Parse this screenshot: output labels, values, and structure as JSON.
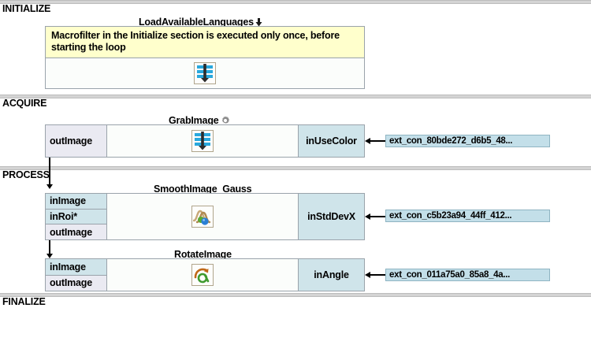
{
  "sections": [
    {
      "id": "initialize",
      "label": "INITIALIZE"
    },
    {
      "id": "acquire",
      "label": "ACQUIRE"
    },
    {
      "id": "process",
      "label": "PROCESS"
    },
    {
      "id": "finalize",
      "label": "FINALIZE"
    }
  ],
  "blocks": {
    "load_available_languages": {
      "title": "LoadAvailableLanguages",
      "title_icon": "arrow-down-icon",
      "comment": "Macrofilter in the Initialize section is executed only once, before starting the loop",
      "body_icon": "macrofilter-icon"
    },
    "grab_image": {
      "title": "GrabImage",
      "title_icon": "gear-icon",
      "body_icon": "macrofilter-icon",
      "out_ports": [
        {
          "label": "outImage"
        }
      ],
      "in_port_right": {
        "label": "inUseColor"
      },
      "connection": {
        "label": "ext_con_80bde272_d6b5_48..."
      }
    },
    "smooth_image_gauss": {
      "title": "SmoothImage_Gauss",
      "body_icon": "gaussian-smooth-icon",
      "left_ports": [
        {
          "label": "inImage",
          "kind": "in"
        },
        {
          "label": "inRoi*",
          "kind": "in"
        },
        {
          "label": "outImage",
          "kind": "out"
        }
      ],
      "in_port_right": {
        "label": "inStdDevX"
      },
      "connection": {
        "label": "ext_con_c5b23a94_44ff_412..."
      }
    },
    "rotate_image": {
      "title": "RotateImage",
      "body_icon": "rotate-image-icon",
      "left_ports": [
        {
          "label": "inImage",
          "kind": "in"
        },
        {
          "label": "outImage",
          "kind": "out"
        }
      ],
      "in_port_right": {
        "label": "inAngle"
      },
      "connection": {
        "label": "ext_con_011a75a0_85a8_4a..."
      }
    }
  },
  "colors": {
    "section_band": "#d4d4d4",
    "input_port": "#cfe4ea",
    "output_port": "#eaeaf2",
    "comment_background": "#ffffcc",
    "connection_chip": "#c3dfe9",
    "block_border": "#9aa3ab",
    "block_body": "#fbfdfb"
  }
}
